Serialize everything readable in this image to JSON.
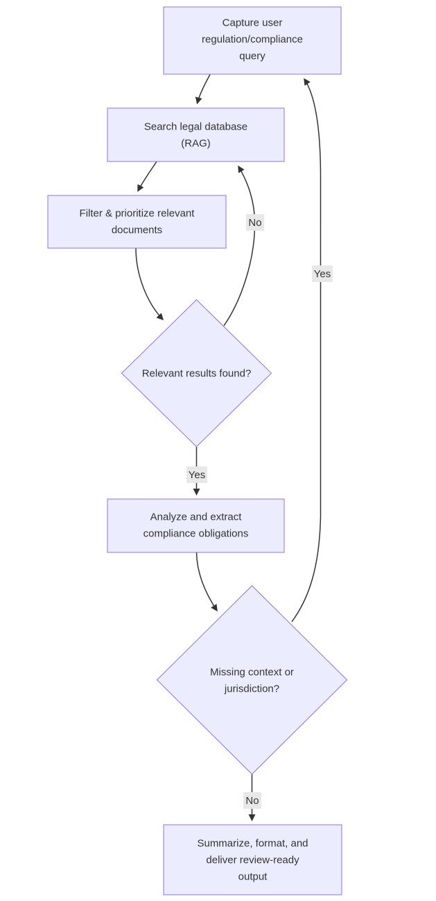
{
  "diagram": {
    "type": "flowchart",
    "direction": "top-down",
    "colors": {
      "background": "#ffffff",
      "node_fill": "#ECECFF",
      "node_border": "#9370DB",
      "edge_color": "#333333",
      "label_bg": "#e8e8e8",
      "text_color": "#333333"
    }
  },
  "nodes": {
    "capture": {
      "shape": "rectangle",
      "lines": [
        "Capture user",
        "regulation/compliance",
        "query"
      ]
    },
    "search": {
      "shape": "rectangle",
      "lines": [
        "Search legal database",
        "(RAG)"
      ]
    },
    "filter": {
      "shape": "rectangle",
      "lines": [
        "Filter & prioritize relevant",
        "documents"
      ]
    },
    "relevant": {
      "shape": "diamond",
      "lines": [
        "Relevant results found?"
      ]
    },
    "analyze": {
      "shape": "rectangle",
      "lines": [
        "Analyze and extract",
        "compliance obligations"
      ]
    },
    "missing": {
      "shape": "diamond",
      "lines": [
        "Missing context or",
        "jurisdiction?"
      ]
    },
    "summarize": {
      "shape": "rectangle",
      "lines": [
        "Summarize, format, and",
        "deliver review-ready",
        "output"
      ]
    }
  },
  "edges": [
    {
      "from": "capture",
      "to": "search",
      "label": ""
    },
    {
      "from": "search",
      "to": "filter",
      "label": ""
    },
    {
      "from": "filter",
      "to": "relevant",
      "label": ""
    },
    {
      "from": "relevant",
      "to": "search",
      "label": "No"
    },
    {
      "from": "relevant",
      "to": "analyze",
      "label": "Yes"
    },
    {
      "from": "analyze",
      "to": "missing",
      "label": ""
    },
    {
      "from": "missing",
      "to": "summarize",
      "label": "No"
    },
    {
      "from": "missing",
      "to": "capture",
      "label": "Yes"
    }
  ],
  "edge_labels": {
    "no_to_search": "No",
    "yes_to_capture": "Yes",
    "yes_to_analyze": "Yes",
    "no_to_summarize": "No"
  }
}
